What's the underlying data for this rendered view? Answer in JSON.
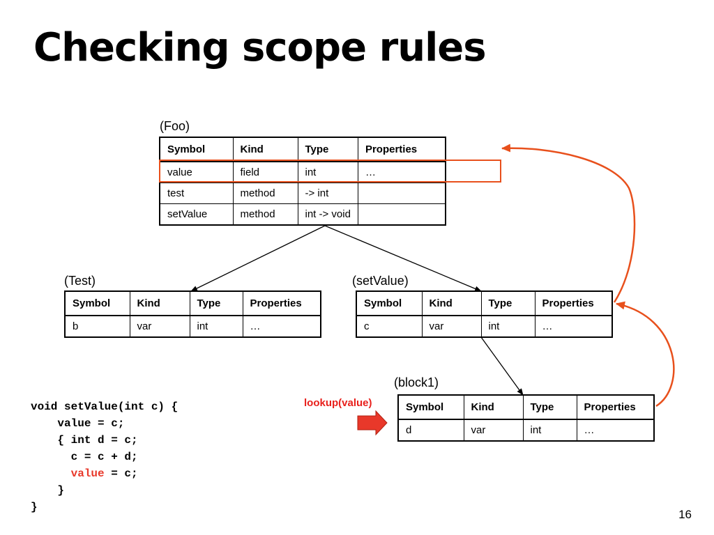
{
  "title": "Checking scope rules",
  "page_number": "16",
  "headers": [
    "Symbol",
    "Kind",
    "Type",
    "Properties"
  ],
  "tables": {
    "foo": {
      "caption": "(Foo)",
      "rows": [
        [
          "value",
          "field",
          "int",
          "…"
        ],
        [
          "test",
          "method",
          "-> int",
          ""
        ],
        [
          "setValue",
          "method",
          "int -> void",
          ""
        ]
      ]
    },
    "test": {
      "caption": "(Test)",
      "rows": [
        [
          "b",
          "var",
          "int",
          "…"
        ]
      ]
    },
    "setvalue": {
      "caption": "(setValue)",
      "rows": [
        [
          "c",
          "var",
          "int",
          "…"
        ]
      ]
    },
    "block1": {
      "caption": "(block1)",
      "rows": [
        [
          "d",
          "var",
          "int",
          "…"
        ]
      ]
    }
  },
  "lookup_label": "lookup(value)",
  "code": {
    "line1": "void setValue(int c) {",
    "line2": "    value = c;",
    "line3": "    { int d = c;",
    "line4": "      c = c + d;",
    "line5_var": "value",
    "line5_rest": " = c;",
    "line6": "    }",
    "line7": "}"
  },
  "colors": {
    "highlight": "#e8501c",
    "lookup_text": "#e8201c",
    "arrow_fill": "#e8382a"
  }
}
